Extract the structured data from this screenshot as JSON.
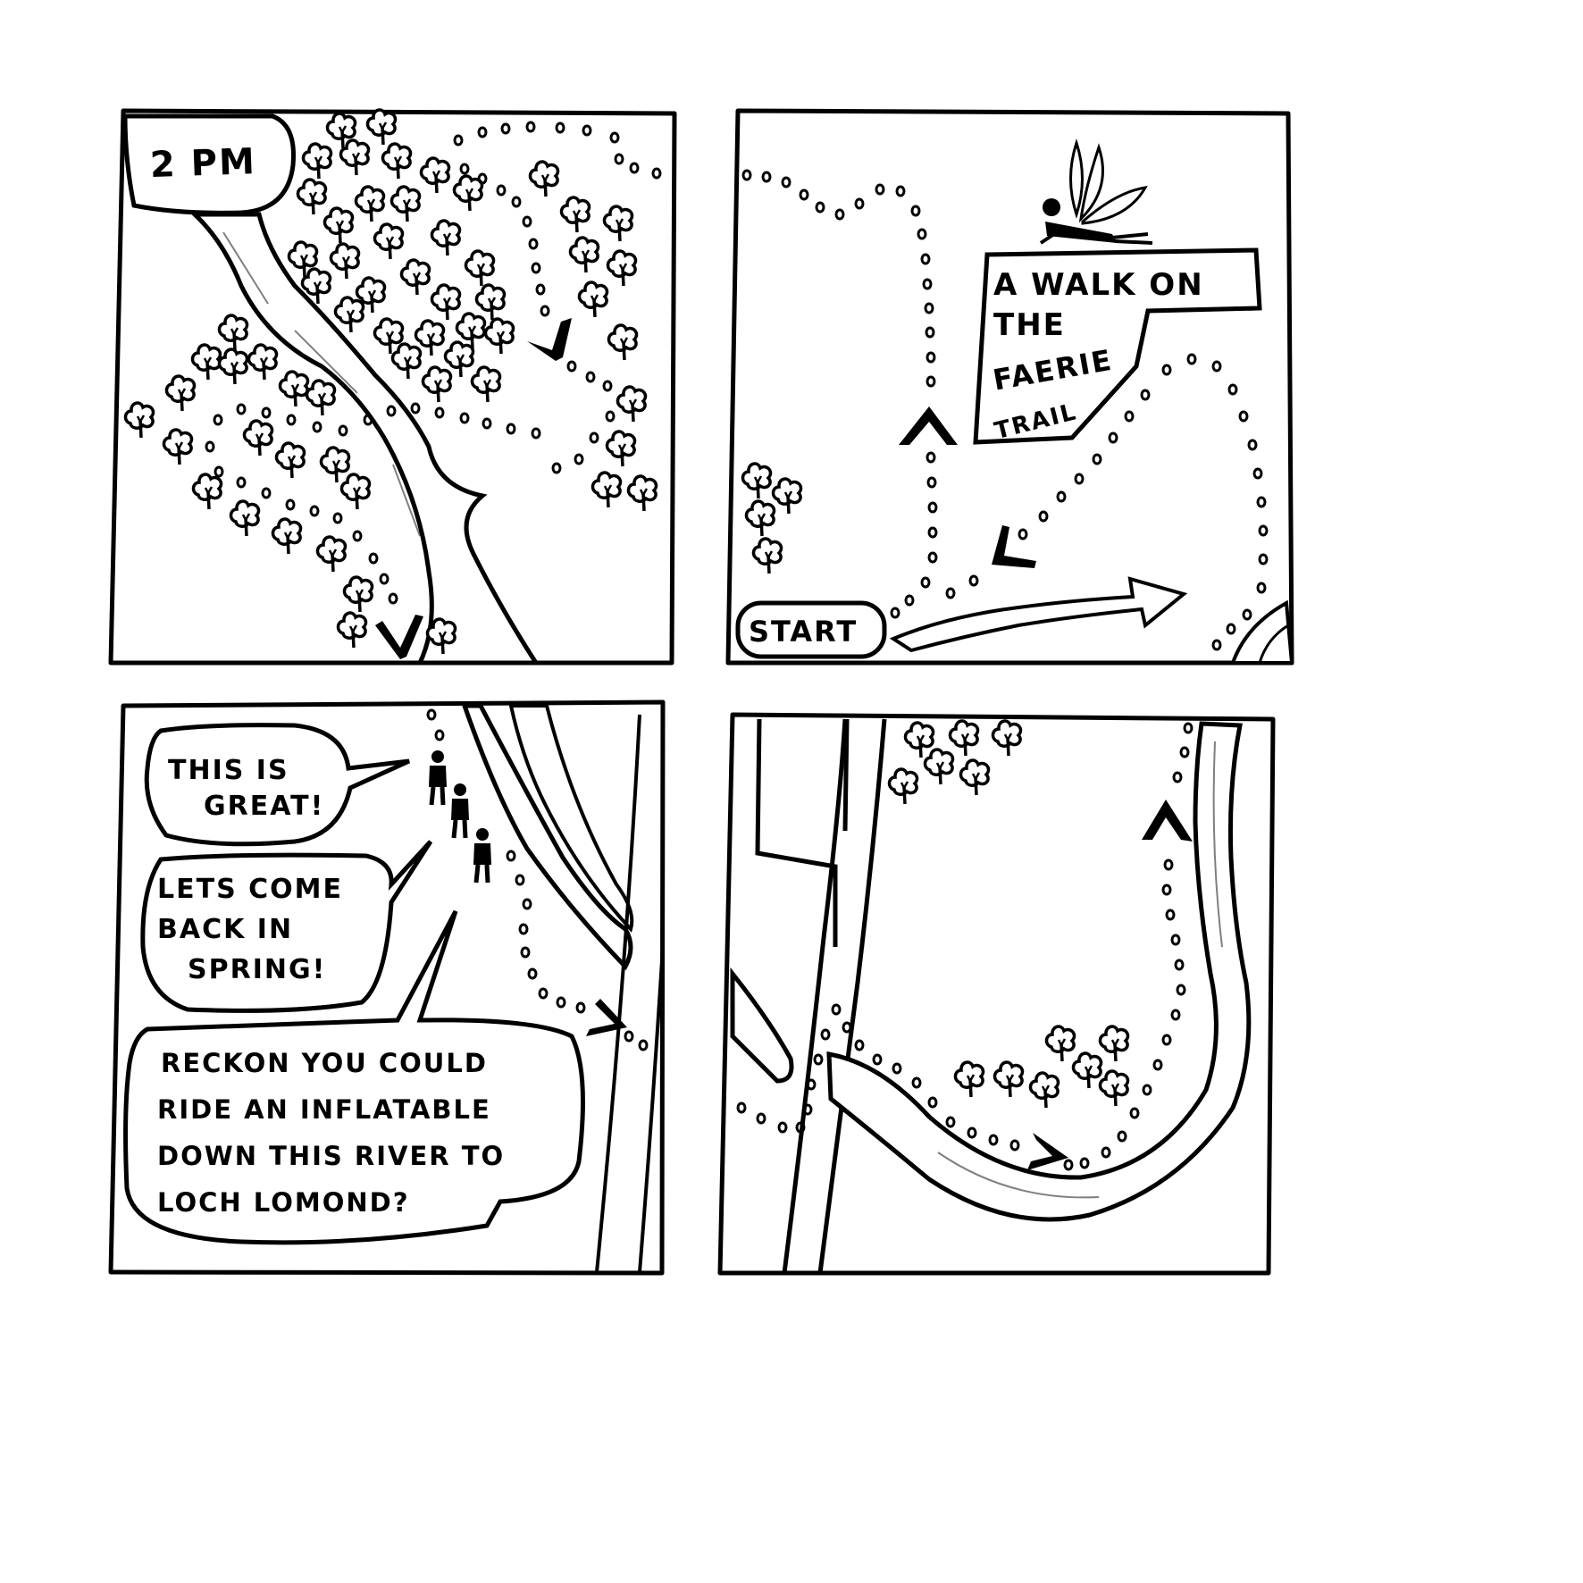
{
  "comic": {
    "panel1": {
      "time_caption": "2 PM"
    },
    "panel2": {
      "title_lines": [
        "A WALK ON",
        "THE",
        "FAERIE",
        "TRAIL"
      ],
      "start_label": "START"
    },
    "panel3": {
      "bubble1_lines": [
        "THIS IS",
        "GREAT!"
      ],
      "bubble2_lines": [
        "LETS COME",
        "BACK IN",
        "SPRING!"
      ],
      "bubble3_lines": [
        "RECKON YOU COULD",
        "RIDE AN INFLATABLE",
        "DOWN THIS RIVER TO",
        "LOCH LOMOND?"
      ]
    },
    "panel4": {}
  },
  "colors": {
    "ink": "#000000",
    "paper": "#ffffff"
  },
  "icons": [
    "tree-icon",
    "direction-arrow-icon",
    "faerie-icon",
    "walker-figure-icon",
    "trail-dot-icon"
  ]
}
